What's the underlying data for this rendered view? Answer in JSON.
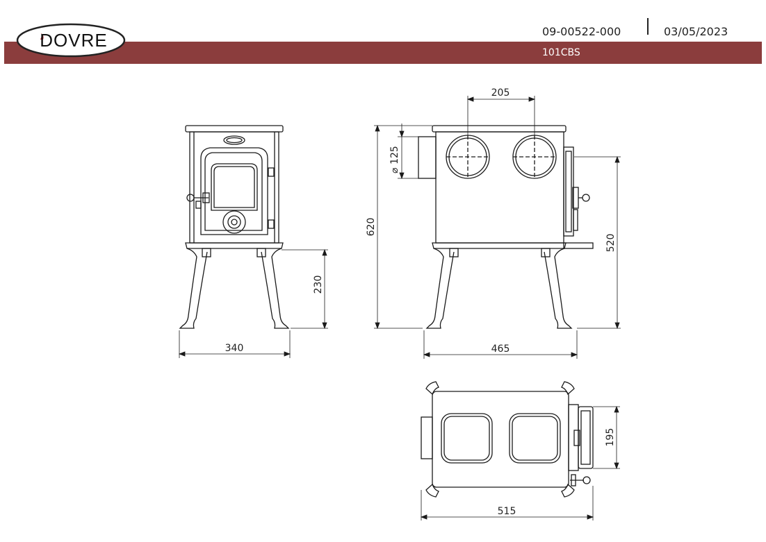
{
  "header": {
    "brand": "DOVRE",
    "doc_number": "09-00522-000",
    "date": "03/05/2023",
    "model": "101CBS"
  },
  "colors": {
    "header_bar": "#8b3d3d",
    "logo_flame": "#c0272d",
    "line": "#1a1a1a"
  },
  "dimensions": {
    "front_width": "340",
    "leg_height": "230",
    "total_height": "620",
    "side_depth": "465",
    "flue_spacing": "205",
    "flue_diameter": "125",
    "rear_outlet_height": "520",
    "top_depth": "515",
    "handle_width": "195"
  }
}
